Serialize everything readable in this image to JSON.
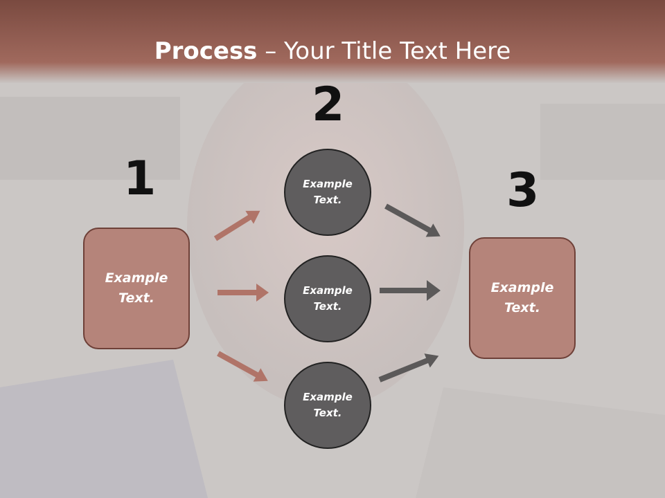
{
  "slide": {
    "title_bold": "Process",
    "title_rest": " – Your Title Text Here"
  },
  "steps": {
    "one": {
      "number": "1",
      "text": "Example\nText."
    },
    "two": {
      "number": "2",
      "items": [
        "Example\nText.",
        "Example\nText.",
        "Example\nText."
      ]
    },
    "three": {
      "number": "3",
      "text": "Example\nText."
    }
  },
  "colors": {
    "title_band": "#8e5a4e",
    "box_fill": "#b5847a",
    "circle_fill": "#5f5d5e",
    "arrow_left": "#b07468",
    "arrow_right": "#5b5959"
  }
}
